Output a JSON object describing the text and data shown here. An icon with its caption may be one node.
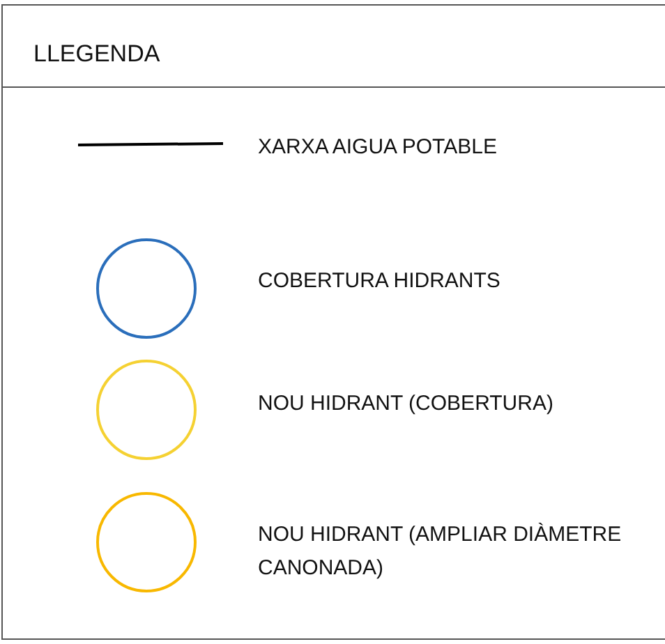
{
  "diagram": {
    "title": "LLEGENDA",
    "legend": [
      {
        "text": "XARXA AIGUA POTABLE"
      },
      {
        "text": "COBERTURA HIDRANTS"
      },
      {
        "text": "NOU HIDRANT (COBERTURA)"
      },
      {
        "text": "NOU HIDRANT (AMPLIAR DIÀMETRE CANONADA)"
      }
    ]
  }
}
